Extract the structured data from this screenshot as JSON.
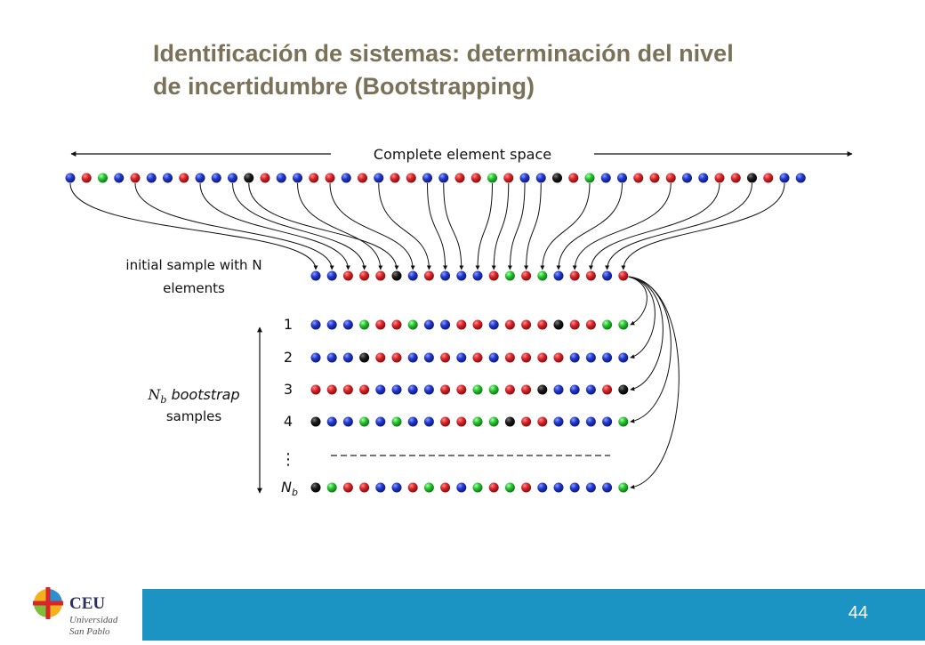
{
  "slide": {
    "title_line1": "Identificación de sistemas: determinación del nivel",
    "title_line2": "de incertidumbre (Bootstrapping)",
    "page_number": "44"
  },
  "logo": {
    "name": "CEU",
    "line1": "Universidad",
    "line2": "San Pablo"
  },
  "colors": {
    "red": "#cc1f1f",
    "blue": "#1f35c4",
    "green": "#21b82a",
    "black": "#111111",
    "bar": "#1b93c3",
    "title": "#7a7258"
  },
  "diagram": {
    "space_label": "Complete element space",
    "sample_label_1": "initial sample with N",
    "sample_label_2": "elements",
    "boot_label_1": "N",
    "boot_label_1_sub": "b",
    "boot_label_1_rest": " bootstrap",
    "boot_label_2": "samples",
    "vdots": "⋮",
    "nb_label": "N",
    "nb_sub": "b",
    "space": "BRGBRBBRBBBKRBBRRBRBRRBBRRGRBBKRGBBRRRBBRRKRBB",
    "initial": "BBRRRKBRBBBRGRGBRRBR",
    "picks": [
      0,
      4,
      8,
      10,
      14,
      11,
      16,
      19,
      22,
      23,
      26,
      27,
      28,
      29,
      32,
      34,
      37,
      40,
      42,
      44
    ],
    "rows": [
      {
        "label": "1",
        "balls": "BBBGRRGBBRRBRRRKRRGG"
      },
      {
        "label": "2",
        "balls": "BBBKRRBBRBRBRRRRBBBB"
      },
      {
        "label": "3",
        "balls": "RRRRBBBBRRGGRRKBBBRK"
      },
      {
        "label": "4",
        "balls": "KBBGBGBBRRGGKRRBBBBG"
      }
    ],
    "last_row": "KGRRBBRGRBGRGRBBBBBG"
  }
}
